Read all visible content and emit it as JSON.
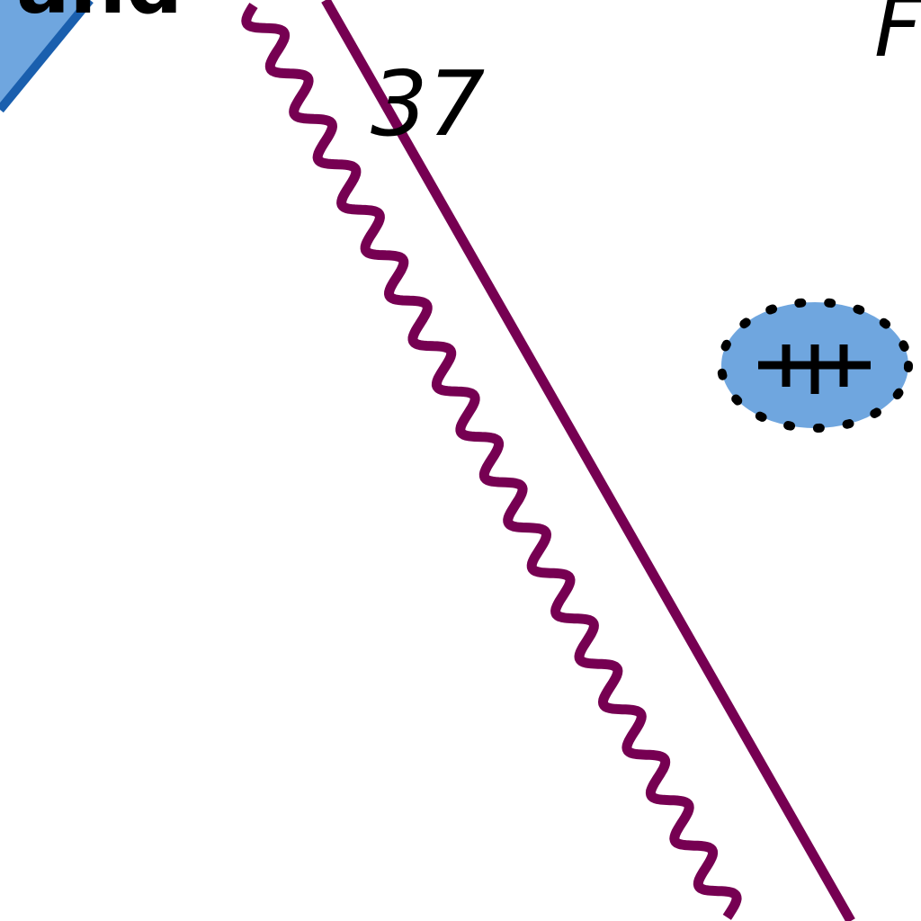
{
  "map": {
    "colors": {
      "background": "#ffffff",
      "cable": "#760052",
      "water_fill": "#6fa6df",
      "water_edge": "#1a5fae",
      "text": "#000000"
    },
    "labels": {
      "depth": "37",
      "top_left_fragment": "and",
      "top_right_fragment": "F"
    },
    "features": {
      "submarine_cable": "wavy-line",
      "straight_line": "solid-line",
      "rock_symbol": "danger-rock-icon"
    }
  }
}
